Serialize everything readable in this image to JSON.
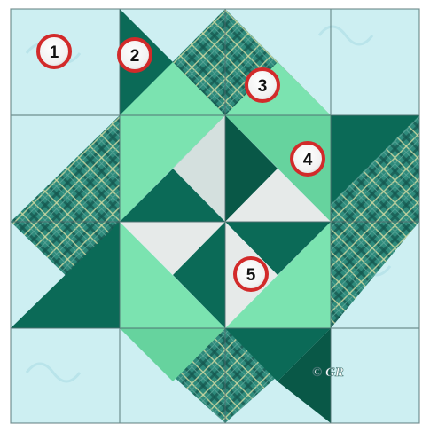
{
  "block": {
    "colors": {
      "light_background": "#cdeff2",
      "light_background_shade": "#b9e4ea",
      "dark_teal": "#0b6a57",
      "dark_teal_shade": "#095847",
      "mint_green": "#7be3b0",
      "mint_green_shade": "#66d39e",
      "white_gray": "#e6eae9",
      "plaid_base": "#2e8a7b",
      "plaid_line_light": "#cfd9a2",
      "plaid_line_dark": "#14564d",
      "seam": "#4f6f70"
    },
    "patches": [
      {
        "number": "1"
      },
      {
        "number": "2"
      },
      {
        "number": "3"
      },
      {
        "number": "4"
      },
      {
        "number": "5"
      }
    ],
    "copyright_mark": "© GR"
  }
}
